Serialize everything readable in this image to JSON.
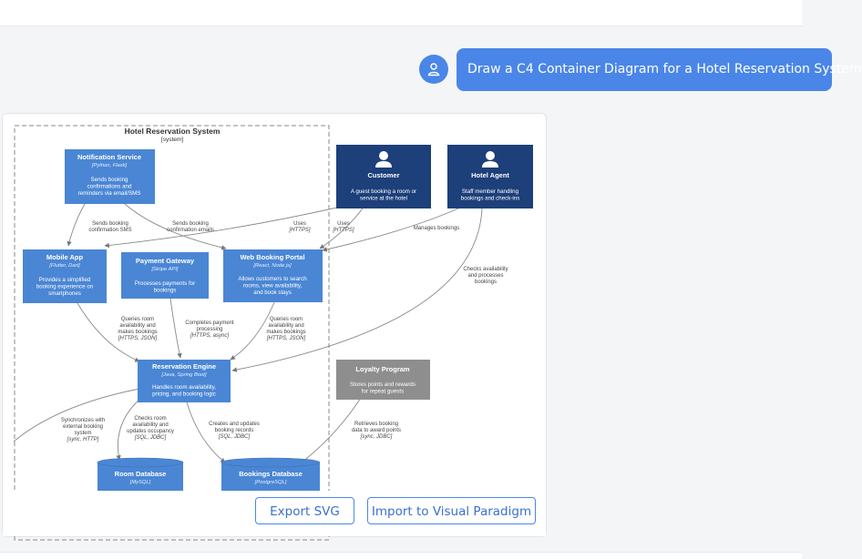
{
  "chat": {
    "user_message": "Draw a C4 Container Diagram for a Hotel Reservation System"
  },
  "diagram": {
    "boundary": {
      "title": "Hotel Reservation System",
      "subtitle": "[system]"
    },
    "containers": {
      "notification": {
        "title": "Notification Service",
        "tech": "[Python, Flask]",
        "desc": [
          "Sends booking",
          "confirmations and",
          "reminders via email/SMS"
        ]
      },
      "mobile": {
        "title": "Mobile App",
        "tech": "[Flutter, Dart]",
        "desc": [
          "Provides a simplified",
          "booking experience on",
          "smartphones"
        ]
      },
      "payment": {
        "title": "Payment Gateway",
        "tech": "[Stripe API]",
        "desc": [
          "Processes payments for",
          "bookings"
        ]
      },
      "portal": {
        "title": "Web Booking Portal",
        "tech": "[React, Node.js]",
        "desc": [
          "Allows customers to search",
          "rooms, view availability,",
          "and book stays"
        ]
      },
      "engine": {
        "title": "Reservation Engine",
        "tech": "[Java, Spring Boot]",
        "desc": [
          "Handles room availability,",
          "pricing, and booking logic"
        ]
      },
      "roomdb": {
        "title": "Room Database",
        "tech": "[MySQL]"
      },
      "bookingsdb": {
        "title": "Bookings Database",
        "tech": "[PostgreSQL]"
      }
    },
    "persons": {
      "customer": {
        "title": "Customer",
        "desc": [
          "A guest booking a room or",
          "service at the hotel"
        ]
      },
      "agent": {
        "title": "Hotel Agent",
        "desc": [
          "Staff member handling",
          "bookings and check-ins"
        ]
      }
    },
    "external": {
      "loyalty": {
        "title": "Loyalty Program",
        "desc": [
          "Stores points and rewards",
          "for repeat guests"
        ]
      }
    },
    "relations": {
      "sms": [
        "Sends booking",
        "confirmation SMS"
      ],
      "emails": [
        "Sends booking",
        "confirmation emails"
      ],
      "uses1": {
        "label": "Uses",
        "tech": "[HTTPS]"
      },
      "uses2": {
        "label": "Uses",
        "tech": "[HTTPS]"
      },
      "manages": [
        "Manages bookings"
      ],
      "checks_agent": [
        "Checks availability",
        "and processes",
        "bookings"
      ],
      "queries_mobile": {
        "label": [
          "Queries room",
          "availability and",
          "makes bookings"
        ],
        "tech": "[HTTPS, JSON]"
      },
      "completes_payment": {
        "label": [
          "Completes payment",
          "processing"
        ],
        "tech": "[HTTPS, async]"
      },
      "queries_portal": {
        "label": [
          "Queries room",
          "availability and",
          "makes bookings"
        ],
        "tech": "[HTTPS, JSON]"
      },
      "sync_external": {
        "label": [
          "Synchronizes with",
          "external booking",
          "system"
        ],
        "tech": "[sync, HTTP]"
      },
      "checks_room": {
        "label": [
          "Checks room",
          "availability and",
          "updates occupancy"
        ],
        "tech": "[SQL, JDBC]"
      },
      "creates_updates": {
        "label": [
          "Creates and updates",
          "booking records"
        ],
        "tech": "[SQL, JDBC]"
      },
      "retrieves": {
        "label": [
          "Retrieves booking",
          "data to award points"
        ],
        "tech": "[sync, JDBC]"
      }
    }
  },
  "actions": {
    "export_svg": "Export SVG",
    "import_vp": "Import to Visual Paradigm"
  },
  "colors": {
    "container": "#4a86d4",
    "person": "#1d3f7a",
    "external": "#8e8e8e",
    "accent": "#4a86e8"
  }
}
